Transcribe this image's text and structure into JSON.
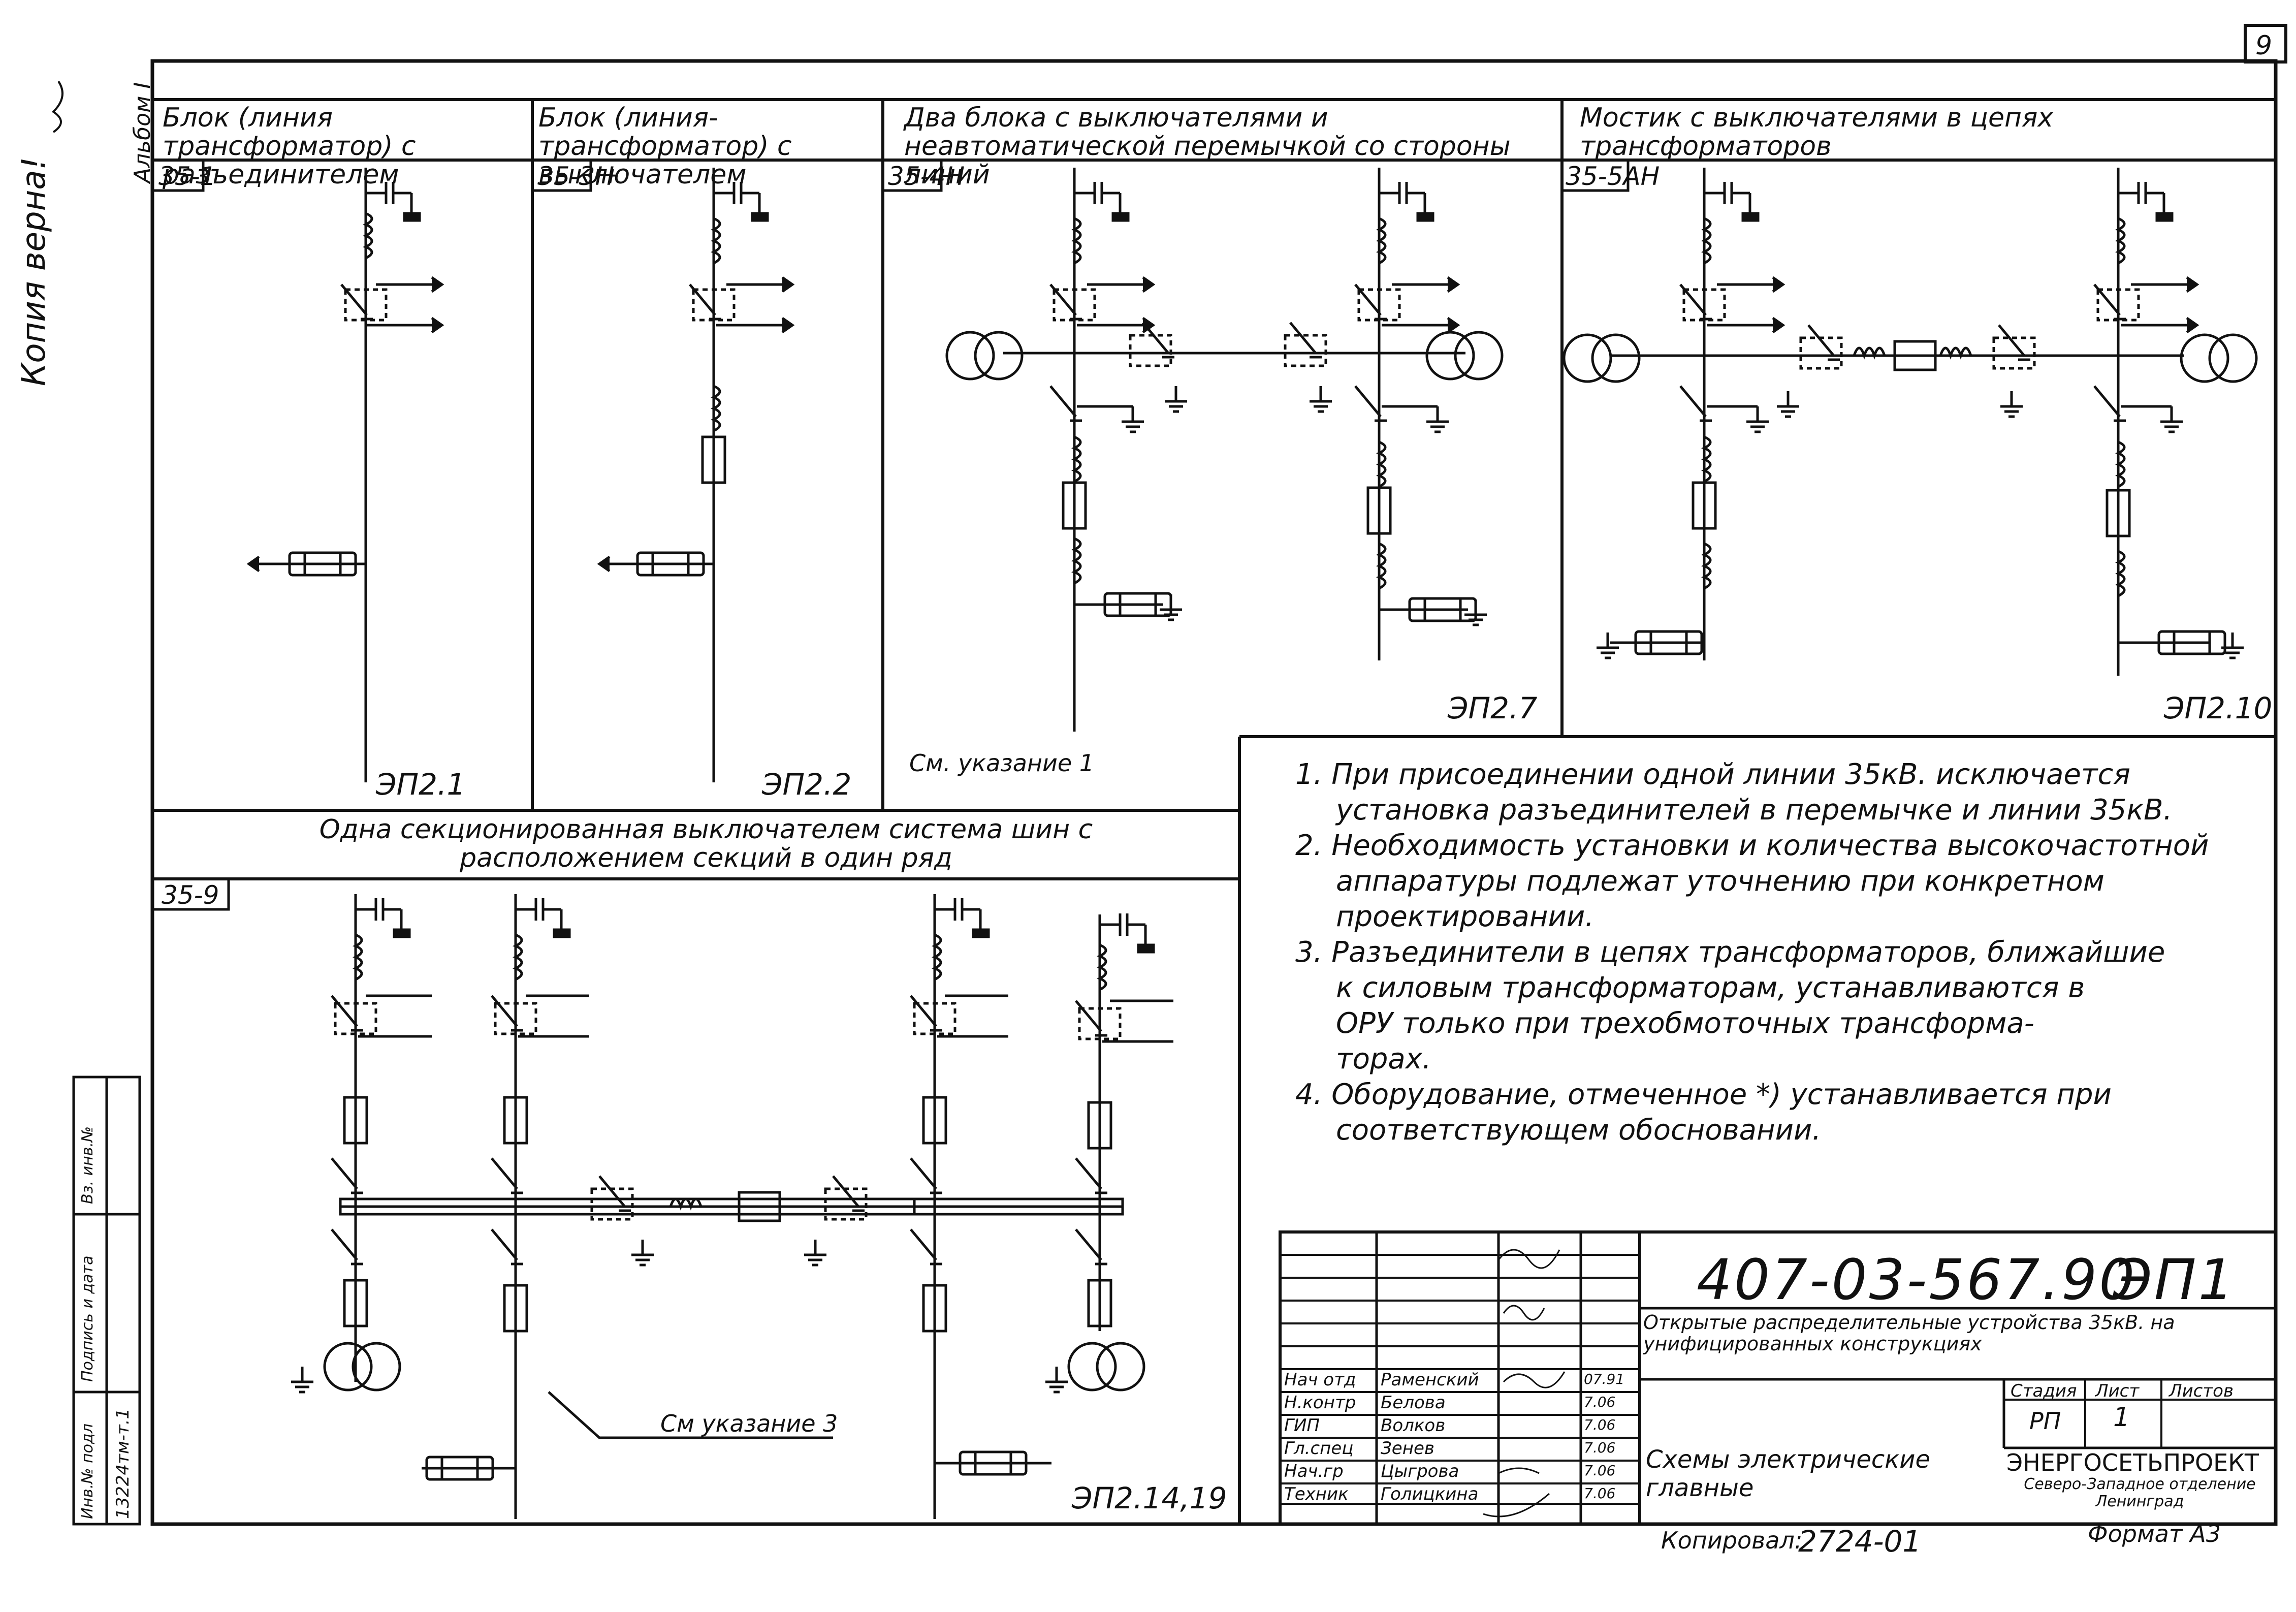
{
  "page_number": "9",
  "stamp_copy": "Копия верна!",
  "album": "Альбом I",
  "panels": [
    {
      "header": "Блок (линия трансформатор) с разъединителем",
      "code": "35-1",
      "mark": "ЭП2.1"
    },
    {
      "header": "Блок (линия-трансформатор) с выключателем",
      "code": "35-3Н",
      "mark": "ЭП2.2"
    },
    {
      "header": "Два блока с выключателями и неавтоматической перемычкой со стороны линий",
      "code": "35-4Н",
      "mark": "ЭП2.7",
      "ref": "См. указание 1"
    },
    {
      "header": "Мостик с выключателями в цепях трансформаторов",
      "code": "35-5АН",
      "mark": "ЭП2.10"
    },
    {
      "header": "Одна секционированная выключателем система шин с расположением секций в один ряд",
      "code": "35-9",
      "mark": "ЭП2.14,19",
      "ref": "См указание 3"
    }
  ],
  "notes": [
    "1. При присоединении одной линии 35кВ. исключается",
    "установка разъединителей в перемычке и линии 35кВ.",
    "2. Необходимость установки и количества высокочастотной",
    "аппаратуры подлежат уточнению при конкретном",
    "проектировании.",
    "3. Разъединители в цепях трансформаторов, ближайшие",
    "к силовым трансформаторам, устанавливаются в",
    "ОРУ только при трехобмоточных трансформа-",
    "торах.",
    "4. Оборудование, отмеченное *) устанавливается при",
    "соответствующем обосновании."
  ],
  "side_stamp": {
    "inv_label": "Инв.№ подл",
    "sign_label": "Подпись и дата",
    "vz_label": "Вз. инв.№",
    "inv_value": "13224тм-т.1"
  },
  "title_block": {
    "doc_code": "407-03-567.90",
    "sheet_code": "ЭП1",
    "project_title": "Открытые распределительные устройства 35кВ. на унифицированных конструкциях",
    "drawing_title": "Схемы электрические главные",
    "stage_label": "Стадия",
    "sheet_label": "Лист",
    "sheets_label": "Листов",
    "stage": "РП",
    "sheet": "1",
    "org_name": "ЭНЕРГОСЕТЬПРОЕКТ",
    "org_branch": "Северо-Западное отделение Ленинград",
    "copied_label": "Копировал:",
    "copy_number": "2724-01",
    "format": "Формат А3",
    "staff": [
      {
        "role": "Нач отд",
        "name": "Раменский",
        "date": "07.91"
      },
      {
        "role": "Н.контр",
        "name": "Белова",
        "date": "7.06"
      },
      {
        "role": "ГИП",
        "name": "Волков",
        "date": "7.06"
      },
      {
        "role": "Гл.спец",
        "name": "Зенев",
        "date": "7.06"
      },
      {
        "role": "Нач.гр",
        "name": "Цыгрова",
        "date": "7.06"
      },
      {
        "role": "Техник",
        "name": "Голицкина",
        "date": "7.06"
      }
    ]
  }
}
